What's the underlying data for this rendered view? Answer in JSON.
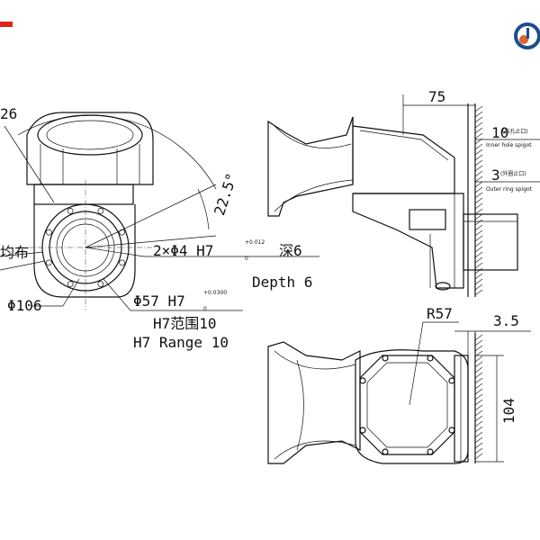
{
  "logo": {
    "name": "gear-logo-icon",
    "accent": "#1c4d8c",
    "accent2": "#e2632b"
  },
  "marker": {
    "color": "#e0241b"
  },
  "front_view": {
    "label_partial_top": "26",
    "label_partial_cn": "均布",
    "angle": "22.5°",
    "pin_hole": {
      "prefix": "2×Φ4 H7",
      "tol_upper": "+0.012",
      "tol_lower": "0",
      "depth_cn": "深6",
      "depth_en": "Depth 6"
    },
    "dia_106": "Φ106",
    "bore": {
      "prefix": "Φ57 H7",
      "tol_upper": "+0.0300",
      "tol_lower": "0",
      "range_cn": "H7范围10",
      "range_en": "H7 Range 10"
    }
  },
  "side_view": {
    "dim_75": "75",
    "dim_10": "10",
    "dim_10_note_cn": "(内孔止口)",
    "dim_10_note_en": "Inner hole spigot",
    "dim_3": "3",
    "dim_3_note_cn": "(外圈止口)",
    "dim_3_note_en": "Outer ring spigot"
  },
  "bottom_view": {
    "radius": "R57",
    "dim_3_5": "3.5",
    "dim_104": "104"
  }
}
